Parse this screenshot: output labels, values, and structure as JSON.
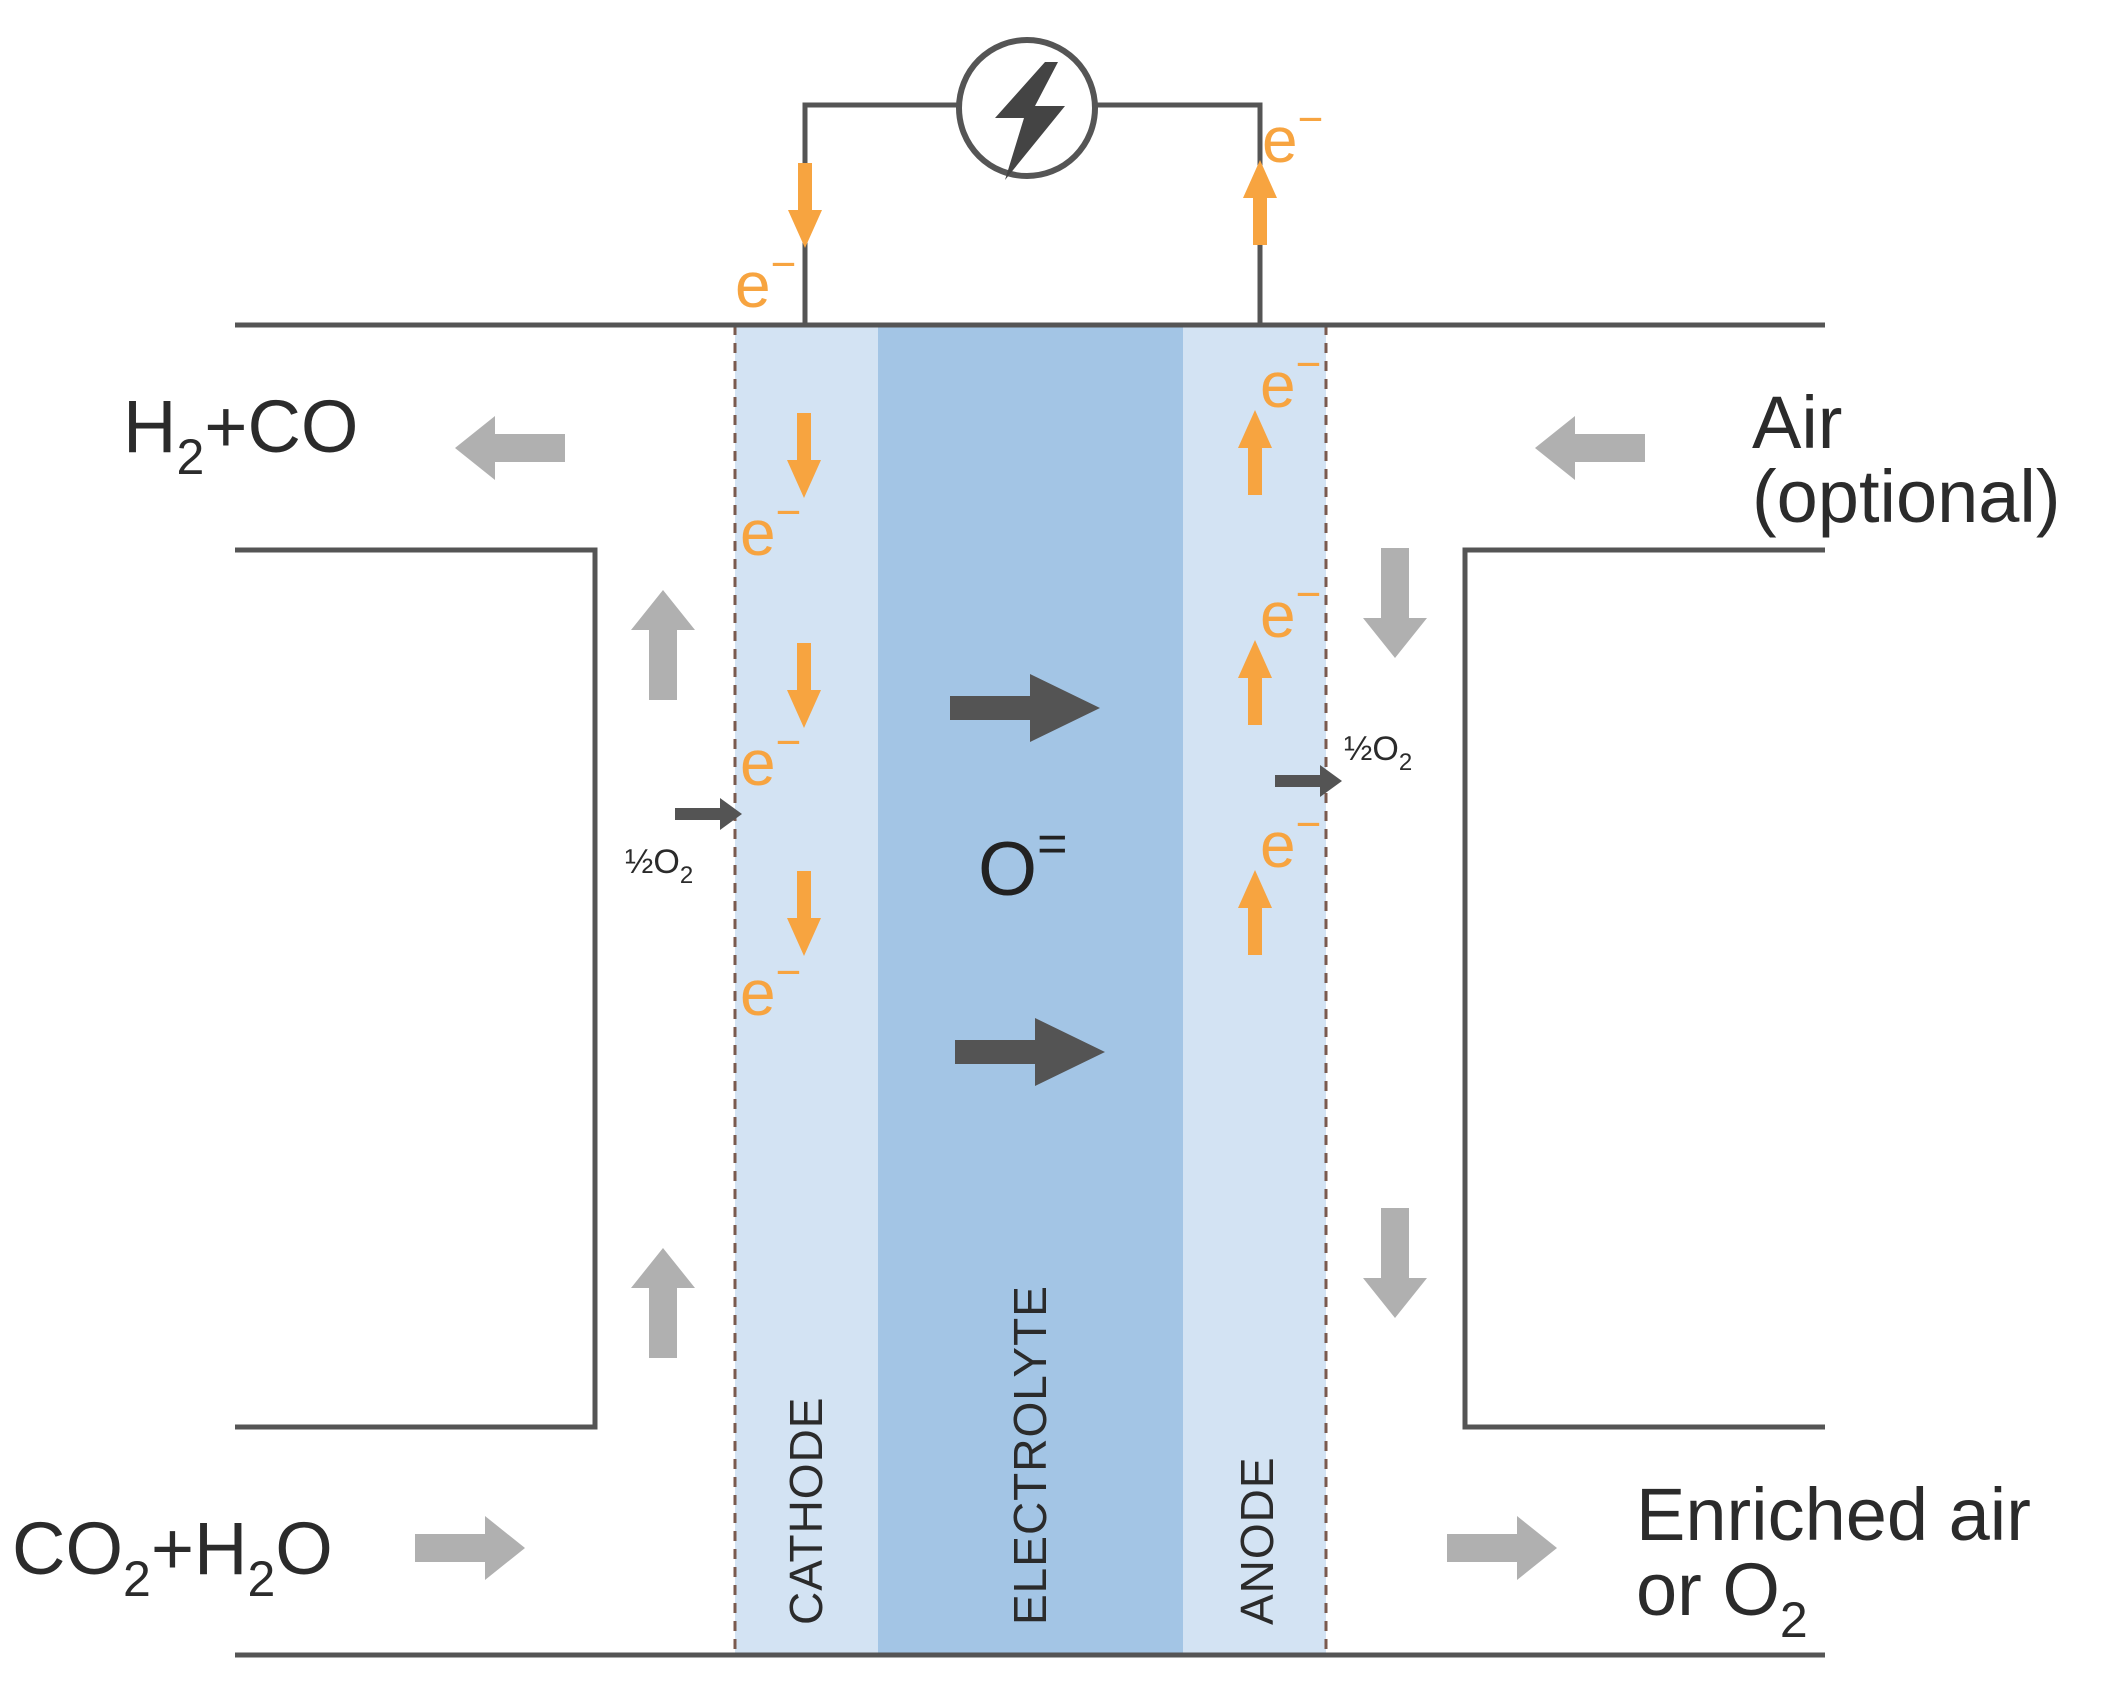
{
  "layers": {
    "cathode": "CATHODE",
    "electrolyte": "ELECTROLYTE",
    "anode": "ANODE"
  },
  "outlets": {
    "cathode_out_main": "H",
    "cathode_out_sub": "2",
    "cathode_out_rest": "+CO",
    "anode_out_line1": "Enriched air",
    "anode_out_line2_main": "or O",
    "anode_out_line2_sub": "2"
  },
  "inlets": {
    "cathode_in_a": "CO",
    "cathode_in_a_sub": "2",
    "cathode_in_b": "+H",
    "cathode_in_b_sub": "2",
    "cathode_in_c": "O",
    "anode_in_line1": "Air",
    "anode_in_line2": "(optional)"
  },
  "species": {
    "half_o2_main": "½O",
    "half_o2_sub": "2",
    "oxide_ion": "O",
    "oxide_charge": "=",
    "electron": "e",
    "electron_charge": "−"
  },
  "colors": {
    "electrode": "#d3e3f3",
    "electrolyte": "#a3c5e5",
    "electron": "#f7a440",
    "gas_arrow": "#b0b0b0",
    "ion_arrow": "#545454",
    "wire": "#555555"
  }
}
